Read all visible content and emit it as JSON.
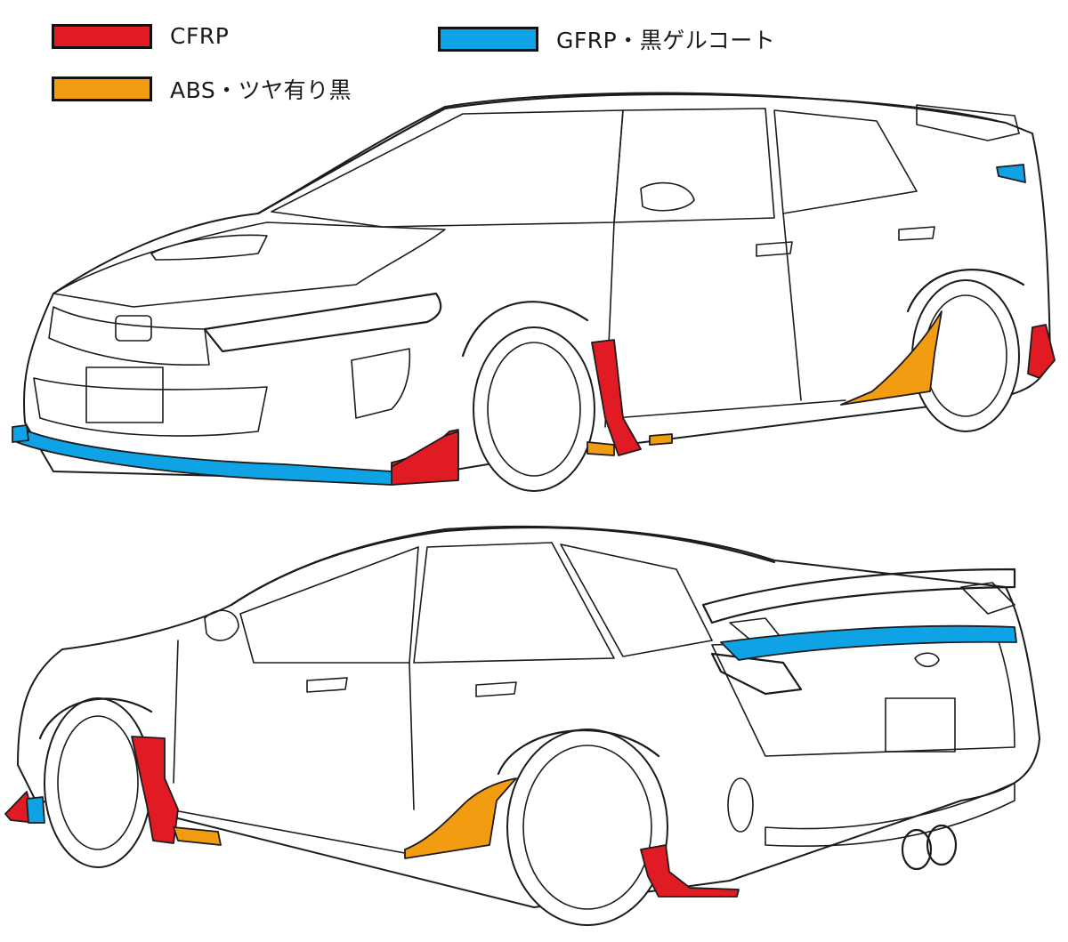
{
  "legend": [
    {
      "label": "CFRP",
      "color": "#e01b23"
    },
    {
      "label": "GFRP・黒ゲルコート",
      "color": "#0fa3e6"
    },
    {
      "label": "ABS・ツヤ有り黒",
      "color": "#f29c12"
    }
  ],
  "colors": {
    "cfrp": "#e01b23",
    "gfrp": "#0fa3e6",
    "abs": "#f29c12",
    "outline": "#1c1c1c",
    "background": "#ffffff"
  }
}
